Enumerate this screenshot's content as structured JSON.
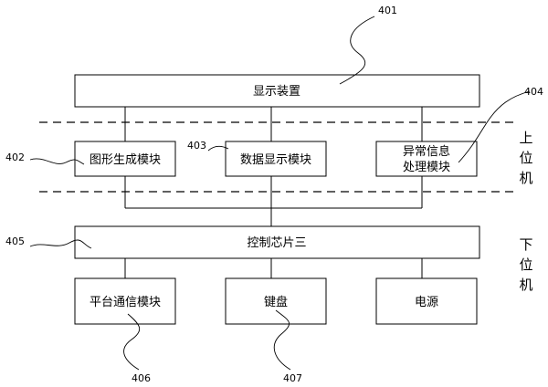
{
  "boxes": {
    "display": "显示装置",
    "graphics": "图形生成模块",
    "data_display": "数据显示模块",
    "abnormal_line1": "异常信息",
    "abnormal_line2": "处理模块",
    "control_chip": "控制芯片三",
    "platform_comm": "平台通信模块",
    "keyboard": "键盘",
    "power": "电源"
  },
  "refs": {
    "display": "401",
    "graphics": "402",
    "data_display": "403",
    "abnormal": "404",
    "control_chip": "405",
    "platform_comm": "406",
    "keyboard": "407"
  },
  "side_labels": {
    "upper": [
      "上",
      "位",
      "机"
    ],
    "lower": [
      "下",
      "位",
      "机"
    ]
  }
}
